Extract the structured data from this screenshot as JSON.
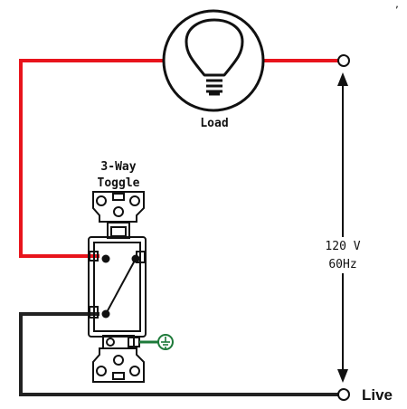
{
  "load": {
    "label": "Load"
  },
  "switch": {
    "title_line1": "3-Way",
    "title_line2": "Toggle"
  },
  "supply": {
    "voltage": "120 V",
    "frequency": "60Hz",
    "live_label": "Live"
  },
  "colors": {
    "hot_wire": "#e8141c",
    "neutral_wire": "#222222",
    "ground": "#1e7a3a",
    "outline": "#111111"
  },
  "icons": [
    "bulb-icon",
    "ground-icon",
    "terminal-icon",
    "double-arrow-icon"
  ]
}
